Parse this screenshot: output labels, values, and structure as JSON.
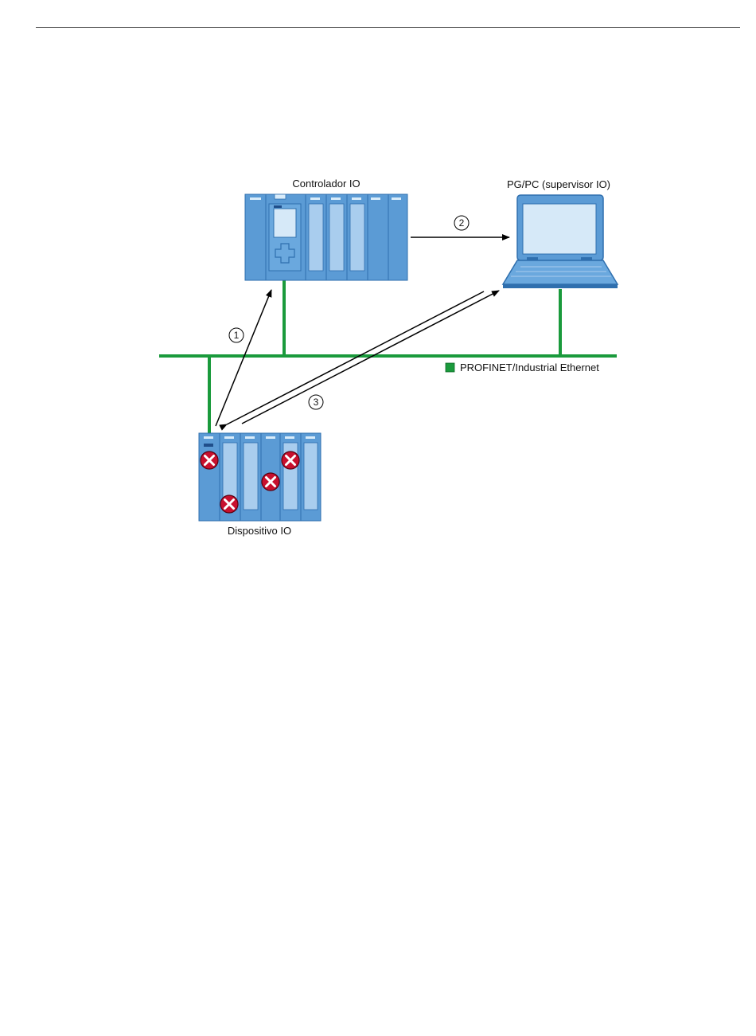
{
  "diagram": {
    "labels": {
      "controller": "Controlador IO",
      "pc": "PG/PC (supervisor IO)",
      "device": "Dispositivo IO",
      "network": "PROFINET/Industrial Ethernet"
    },
    "steps": [
      "1",
      "2",
      "3"
    ],
    "colors": {
      "network_line": "#1a9a3c",
      "module_fill": "#5b9bd5",
      "module_light": "#a9cdee",
      "module_dark": "#2f6fae",
      "error_red": "#c8102e",
      "legend_square": "#1a9a3c"
    },
    "icons": {
      "error": "error-cross-icon",
      "laptop": "laptop-icon",
      "plc": "plc-controller-icon"
    }
  }
}
